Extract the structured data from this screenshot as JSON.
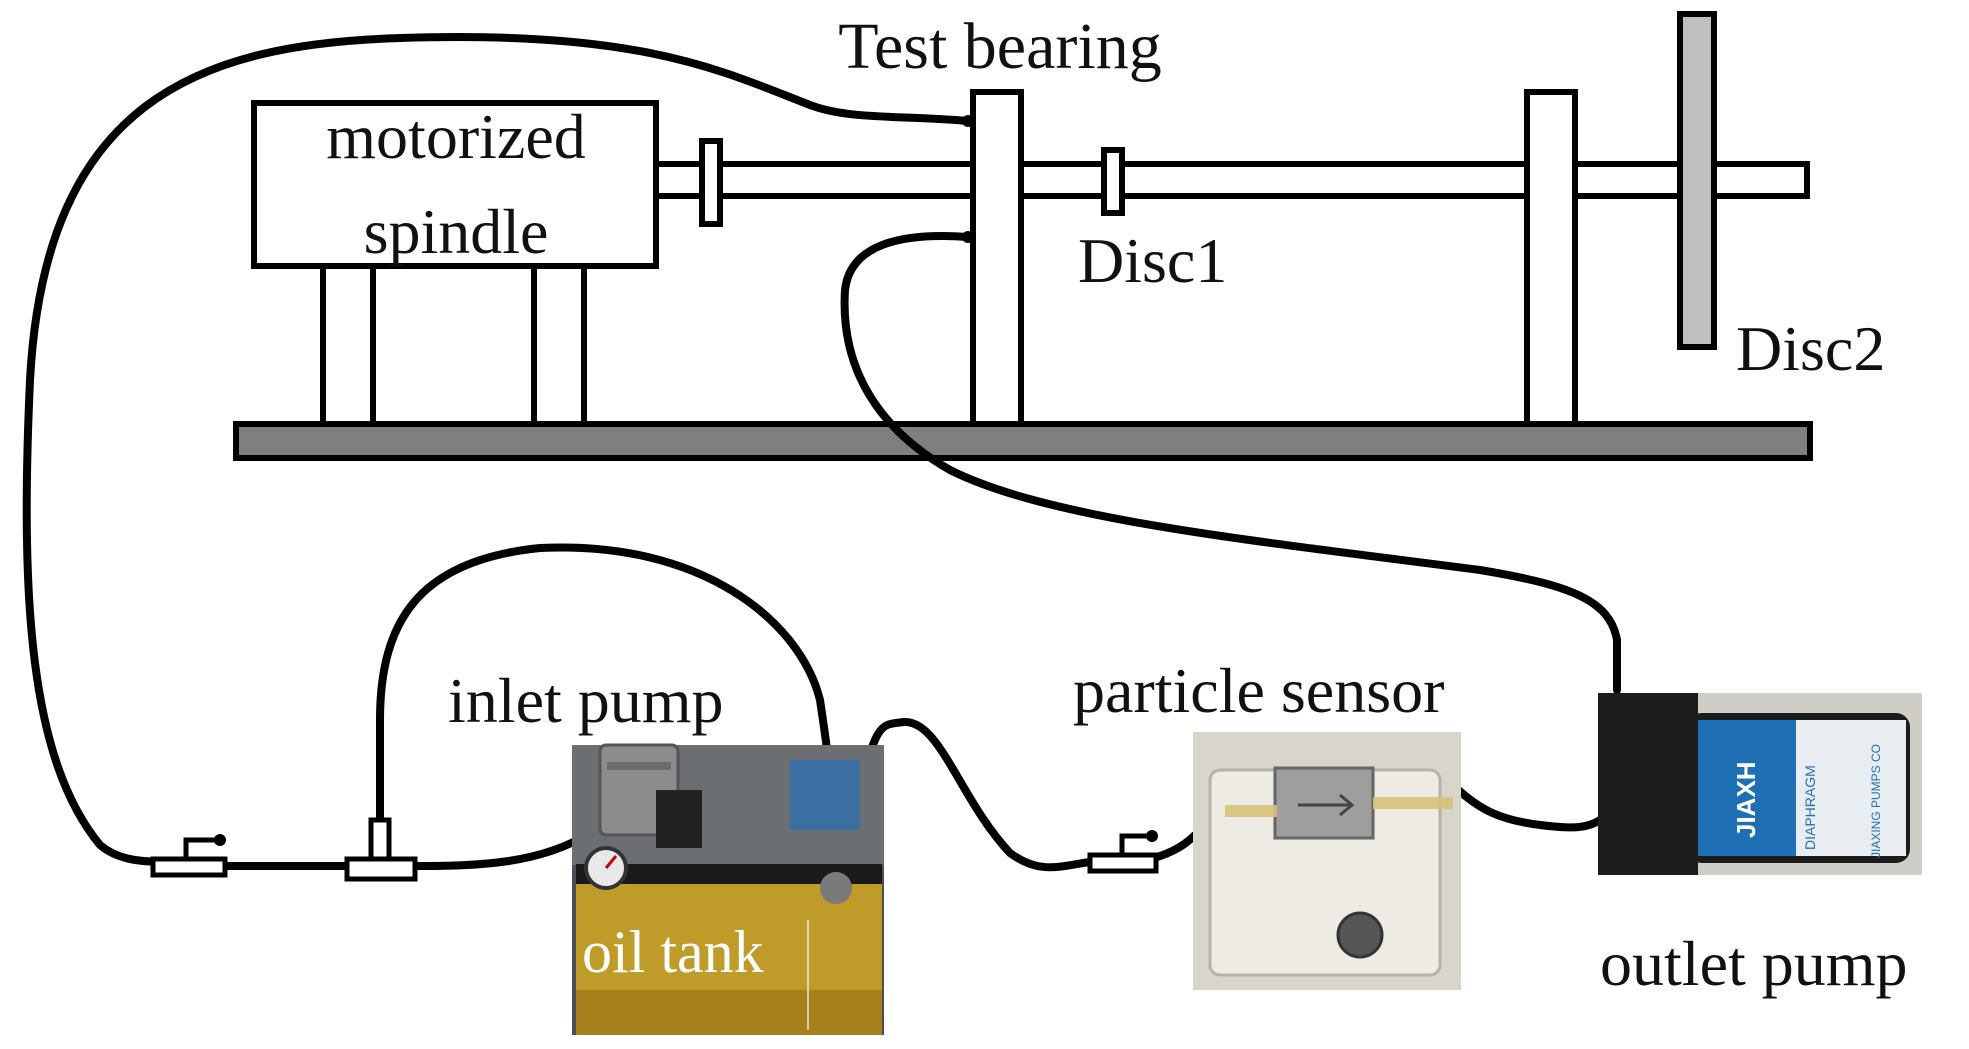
{
  "labels": {
    "test_bearing": "Test bearing",
    "motorized_line1": "motorized",
    "motorized_line2": "spindle",
    "disc1": "Disc1",
    "disc2": "Disc2",
    "inlet_pump": "inlet pump",
    "particle_sensor": "particle sensor",
    "oil_tank": "oil tank",
    "outlet_pump": "outlet pump"
  },
  "pump_label_text": {
    "brand": "JIAXH",
    "type": "DIAPHRAGM",
    "maker": "JIAXING PUMPS CO"
  },
  "colors": {
    "line": "#000000",
    "base_plate": "#7f7f7f",
    "disc2_fill": "#bfbfbf",
    "oil": "#c9a227",
    "pump_body": "#1c1c1c",
    "pump_label": "#1f6fb5",
    "sensor_box": "#e9e6df"
  }
}
